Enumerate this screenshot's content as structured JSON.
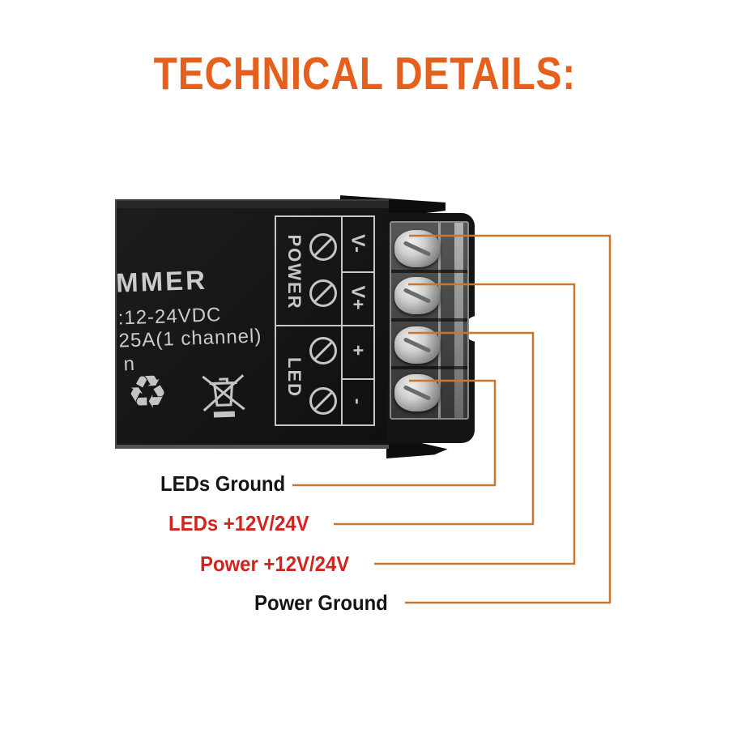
{
  "title": "TECHNICAL DETAILS:",
  "device": {
    "model_fragment": "MMER",
    "spec_line1": ":12-24VDC",
    "spec_line2": "25A(1 channel)",
    "spec_line3": "n",
    "panel": {
      "groups": [
        {
          "label": "POWER",
          "terminals": [
            "V-",
            "V+"
          ]
        },
        {
          "label": "LED",
          "terminals": [
            "+",
            "-"
          ]
        }
      ]
    },
    "icons": [
      "recycle-icon",
      "weee-crossed-bin-icon"
    ],
    "recycle_glyph": "♻"
  },
  "annotations": [
    {
      "label": "LEDs Ground",
      "color": "#141414",
      "terminal": "LED -"
    },
    {
      "label": "LEDs +12V/24V",
      "color": "#D2231E",
      "terminal": "LED +"
    },
    {
      "label": "Power +12V/24V",
      "color": "#D2231E",
      "terminal": "POWER V+"
    },
    {
      "label": "Power Ground",
      "color": "#141414",
      "terminal": "POWER V-"
    }
  ],
  "colors": {
    "accent_orange": "#E5601C",
    "line_orange": "#C9762F",
    "label_red": "#D2231E",
    "label_black": "#141414",
    "device_print": "#CBCBCB"
  }
}
